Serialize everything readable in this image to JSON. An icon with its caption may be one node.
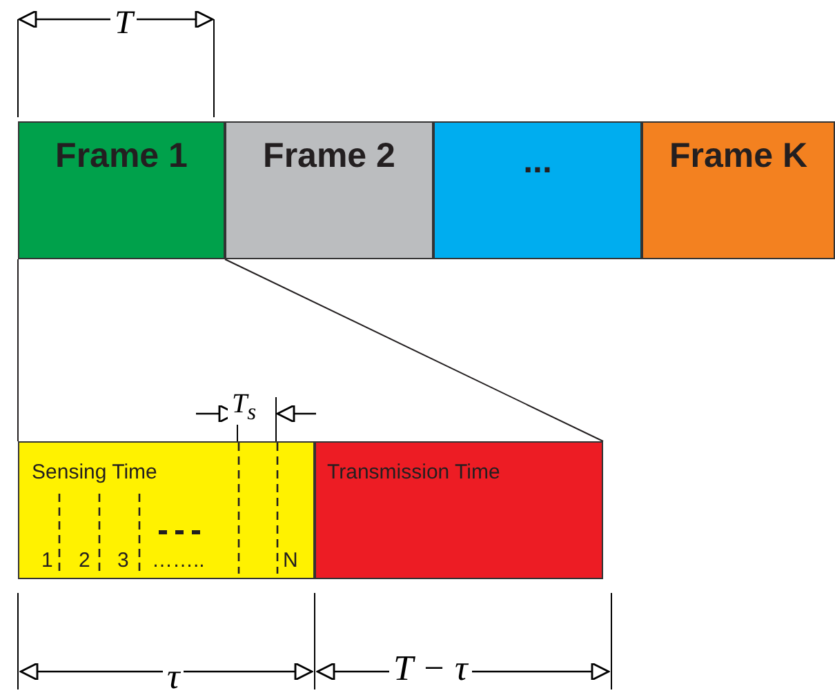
{
  "diagram": {
    "nodes": [
      {
        "text": [
          "Frame 1"
        ]
      },
      {
        "text": [
          "Frame 2"
        ]
      },
      {
        "text": [
          "..."
        ]
      },
      {
        "text": [
          "Frame K"
        ]
      },
      {
        "text": [
          "Sensing Time",
          "1",
          "2",
          "3",
          "……..",
          "N"
        ]
      },
      {
        "text": [
          "Transmission Time"
        ]
      }
    ],
    "edges": [
      {
        "from": 0,
        "to": 4,
        "arrow": "none"
      },
      {
        "from": 0,
        "to": 5,
        "arrow": "none"
      }
    ],
    "labels": [
      "T",
      "T$_{s}$",
      "τ",
      "T − τ"
    ]
  }
}
